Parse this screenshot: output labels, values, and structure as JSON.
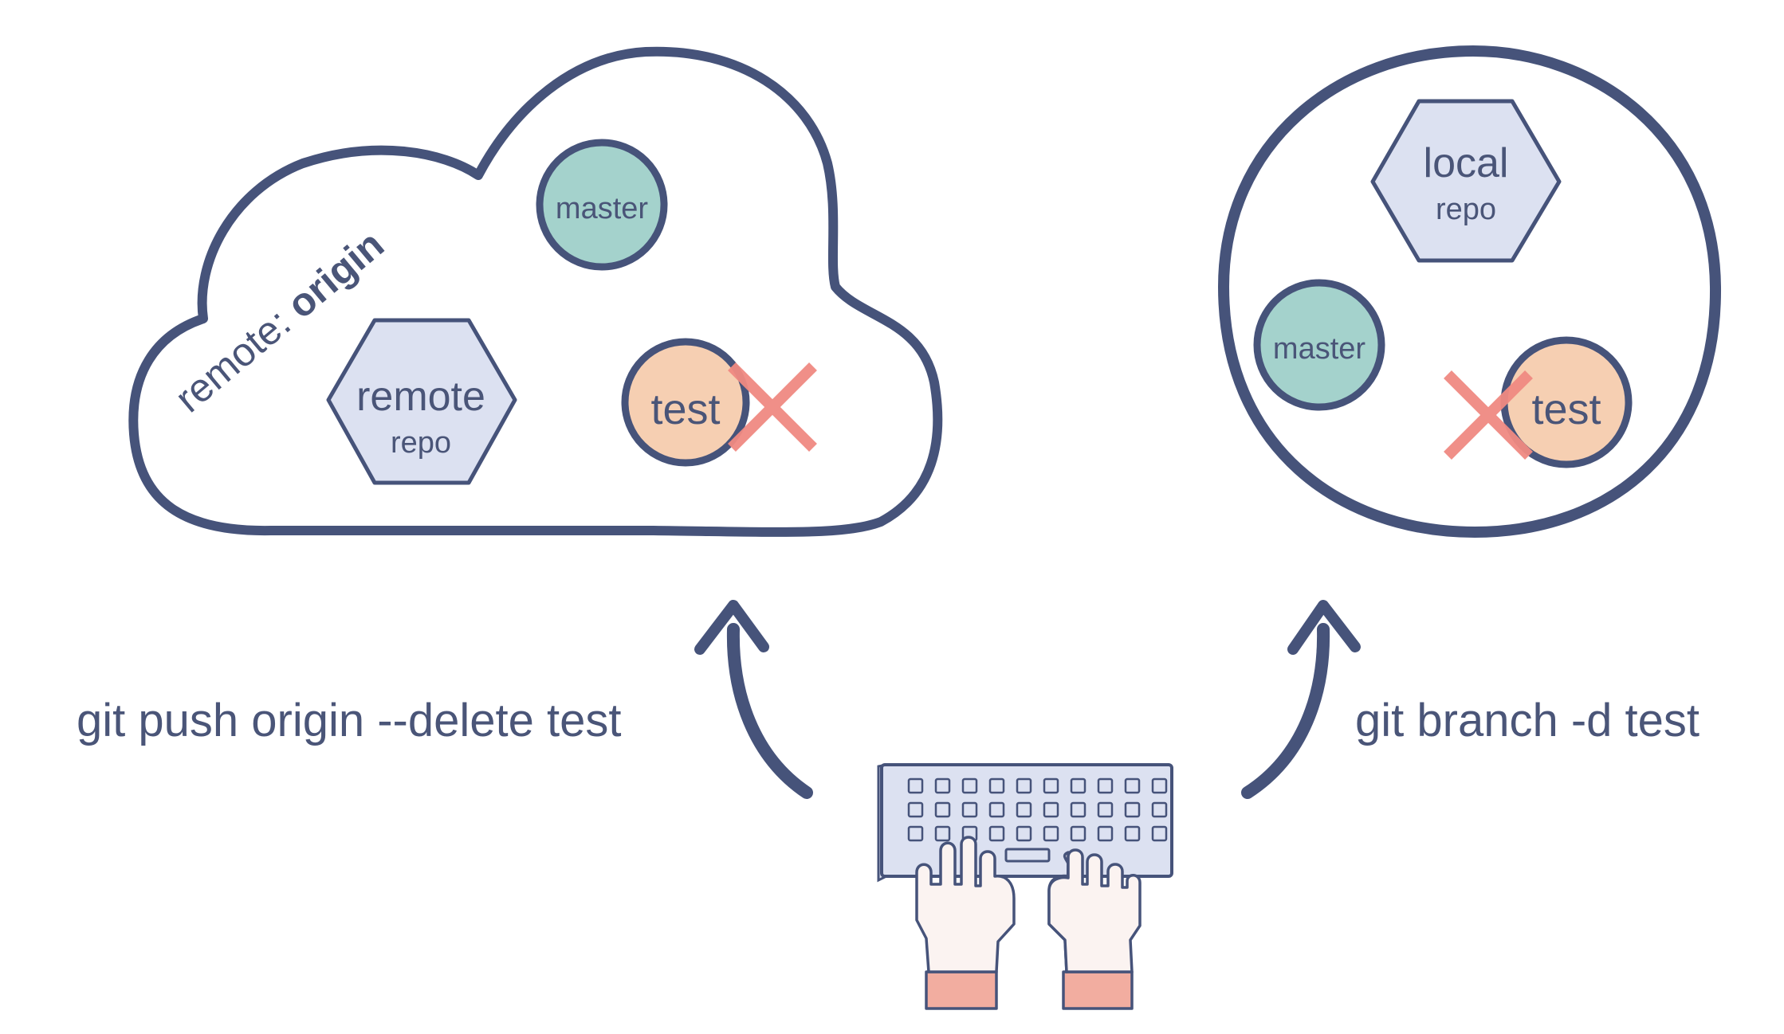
{
  "remote": {
    "cloud_label_prefix": "remote: ",
    "cloud_label_name": "origin",
    "repo_title": "remote",
    "repo_subtitle": "repo",
    "branch_master": "master",
    "branch_test": "test"
  },
  "local": {
    "repo_title": "local",
    "repo_subtitle": "repo",
    "branch_master": "master",
    "branch_test": "test"
  },
  "commands": {
    "remote_delete": "git push origin --delete test",
    "local_delete": "git branch -d test"
  },
  "colors": {
    "outline": "#46537a",
    "text": "#4a5578",
    "master_fill": "#a4d2cc",
    "test_fill": "#f6cfb2",
    "repo_fill": "#dce1f1",
    "delete_mark": "#f08a82",
    "skin": "#fbf3f1",
    "sleeve": "#f2ada0"
  }
}
